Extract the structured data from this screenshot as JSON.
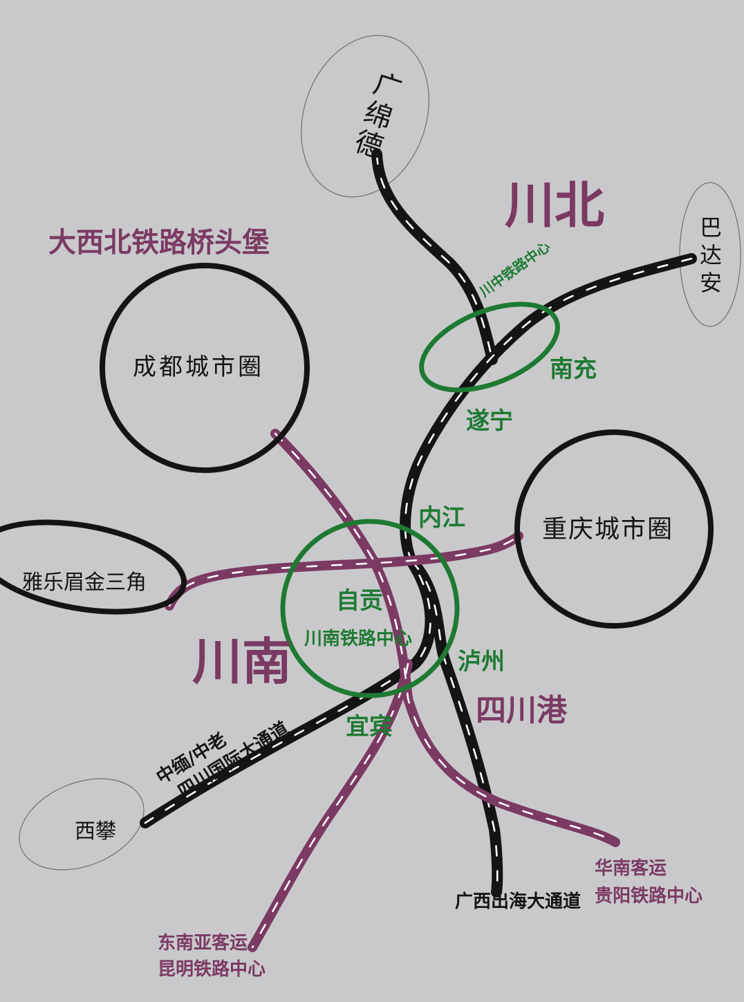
{
  "regions": {
    "chuanbei": "川北",
    "chuannan": "川南",
    "northwest_bridgehead": "大西北铁路桥头堡"
  },
  "city_circles": {
    "chengdu": "成都城市圈",
    "chongqing": "重庆城市圈",
    "yalemei": "雅乐眉金三角"
  },
  "outer_nodes": {
    "guangmiande": [
      "广",
      "绵",
      "德"
    ],
    "badaan": [
      "巴",
      "达",
      "安"
    ],
    "xipan": "西攀"
  },
  "hubs": {
    "chuanzhong_label": "川中铁路中心",
    "zigong_name": "自贡",
    "zigong_label": "川南铁路中心"
  },
  "stations": {
    "suining": "遂宁",
    "nanchong": "南充",
    "neijiang": "内江",
    "luzhou": "泸州",
    "yibin": "宜宾",
    "sichuan_port": "四川港"
  },
  "corridors": {
    "china_myanmar_laos_line1": "中缅/中老",
    "china_myanmar_laos_line2": "四川国际大通道",
    "guangxi_sea": "广西出海大通道",
    "huanan_line1": "华南客运",
    "huanan_line2": "贵阳铁路中心",
    "southeast_asia_line1": "东南亚客运",
    "southeast_asia_line2": "昆明铁路中心"
  },
  "colors": {
    "background": "#c9c9cb",
    "black_line": "#141414",
    "purple_line": "#7b3a62",
    "green_hub": "#1e7a32",
    "purple_text": "#7b3a62",
    "green_text": "#1e7a32"
  }
}
